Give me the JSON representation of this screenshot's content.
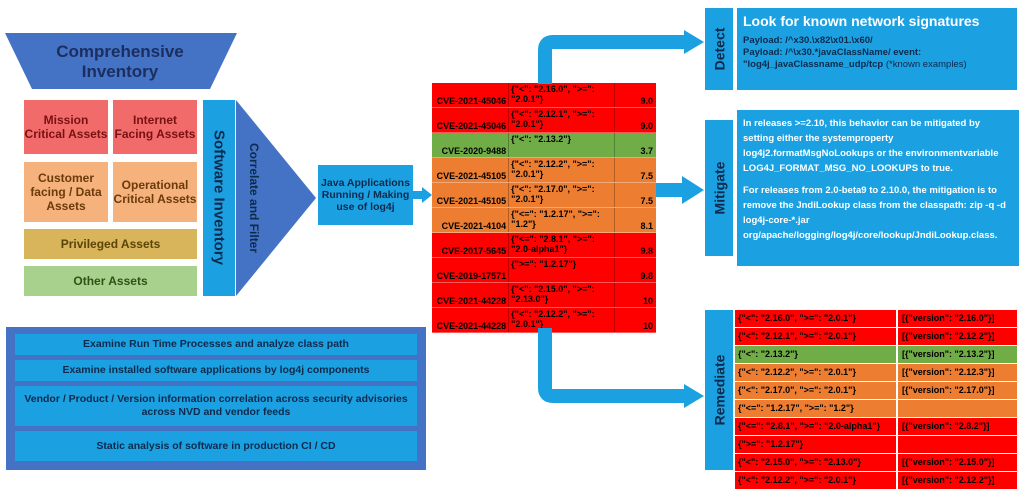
{
  "inventory": {
    "title": "Comprehensive Inventory",
    "assets": {
      "mission": "Mission Critical Assets",
      "internet": "Internet Facing Assets",
      "customer": "Customer facing / Data Assets",
      "operational": "Operational Critical Assets",
      "privileged": "Privileged Assets",
      "other": "Other Assets"
    },
    "software_inventory": "Software Inventory",
    "correlate": "Correlate and Filter"
  },
  "java_box": "Java Applications Running / Making use of log4j",
  "cve_rows": [
    {
      "cve": "CVE-2021-45046",
      "range": "{\"<\": \"2.16.0\", \">=\": \"2.0.1\"}",
      "score": "9.0",
      "color": "#ff0000"
    },
    {
      "cve": "CVE-2021-45046",
      "range": "{\"<\": \"2.12.1\", \">=\": \"2.0.1\"}",
      "score": "9.0",
      "color": "#ff0000"
    },
    {
      "cve": "CVE-2020-9488",
      "range": "{\"<\": \"2.13.2\"}",
      "score": "3.7",
      "color": "#70ad47"
    },
    {
      "cve": "CVE-2021-45105",
      "range": "{\"<\": \"2.12.2\", \">=\": \"2.0.1\"}",
      "score": "7.5",
      "color": "#ed7d31"
    },
    {
      "cve": "CVE-2021-45105",
      "range": "{\"<\": \"2.17.0\", \">=\": \"2.0.1\"}",
      "score": "7.5",
      "color": "#ed7d31"
    },
    {
      "cve": "CVE-2021-4104",
      "range": "{\"<=\": \"1.2.17\", \">=\": \"1.2\"}",
      "score": "8.1",
      "color": "#ed7d31"
    },
    {
      "cve": "CVE-2017-5645",
      "range": "{\"<=\": \"2.8.1\", \">=\": \"2.0-alpha1\"}",
      "score": "9.8",
      "color": "#ff0000"
    },
    {
      "cve": "CVE-2019-17571",
      "range": "{\">=\": \"1.2.17\"}",
      "score": "9.8",
      "color": "#ff0000"
    },
    {
      "cve": "CVE-2021-44228",
      "range": "{\"<\": \"2.15.0\", \">=\": \"2.13.0\"}",
      "score": "10",
      "color": "#ff0000"
    },
    {
      "cve": "CVE-2021-44228",
      "range": "{\"<\": \"2.12.2\", \">=\": \"2.0.1\"}",
      "score": "10",
      "color": "#ff0000"
    }
  ],
  "detect": {
    "label": "Detect",
    "title": "Look for known network signatures",
    "line1": "Payload: /^x30.\\x82\\x01.\\x60/",
    "line2": "Payload: /^\\x30.*javaClassName/ event: \"log4j_javaClassname_udp/tcp",
    "line2_suffix": " (*known examples)"
  },
  "mitigate": {
    "label": "Mitigate",
    "p1": "In releases >=2.10, this behavior can be mitigated by setting either the systemproperty log4j2.formatMsgNoLookups or the environmentvariable LOG4J_FORMAT_MSG_NO_LOOKUPS to true.",
    "p2": "For releases from 2.0-beta9 to 2.10.0, the mitigation is to remove the JndiLookup class from the classpath: zip -q -d log4j-core-*.jar org/apache/logging/log4j/core/lookup/JndiLookup.class."
  },
  "remediate": {
    "label": "Remediate",
    "rows": [
      {
        "range": "{\"<\": \"2.16.0\", \">=\": \"2.0.1\"}",
        "fix": "[{\"version\": \"2.16.0\"}]",
        "color": "#ff0000"
      },
      {
        "range": "{\"<\": \"2.12.1\", \">=\": \"2.0.1\"}",
        "fix": "[{\"version\": \"2.12.2\"}]",
        "color": "#ff0000"
      },
      {
        "range": "{\"<\": \"2.13.2\"}",
        "fix": "[{\"version\": \"2.13.2\"}]",
        "color": "#70ad47"
      },
      {
        "range": "{\"<\": \"2.12.2\", \">=\": \"2.0.1\"}",
        "fix": "[{\"version\": \"2.12.3\"}]",
        "color": "#ed7d31"
      },
      {
        "range": "{\"<\": \"2.17.0\", \">=\": \"2.0.1\"}",
        "fix": "[{\"version\": \"2.17.0\"}]",
        "color": "#ed7d31"
      },
      {
        "range": "{\"<=\": \"1.2.17\", \">=\": \"1.2\"}",
        "fix": "",
        "color": "#ed7d31"
      },
      {
        "range": "{\"<=\": \"2.8.1\", \">=\": \"2.0-alpha1\"}",
        "fix": "[{\"version\": \"2.8.2\"}]",
        "color": "#ff0000"
      },
      {
        "range": "{\">=\": \"1.2.17\"}",
        "fix": "",
        "color": "#ff0000"
      },
      {
        "range": "{\"<\": \"2.15.0\", \">=\": \"2.13.0\"}",
        "fix": "[{\"version\": \"2.15.0\"}]",
        "color": "#ff0000"
      },
      {
        "range": "{\"<\": \"2.12.2\", \">=\": \"2.0.1\"}",
        "fix": "[{\"version\": \"2.12.2\"}]",
        "color": "#ff0000"
      }
    ]
  },
  "tasks": [
    "Examine Run Time Processes and analyze class path",
    "Examine installed software applications by log4j components",
    "Vendor / Product / Version information correlation across security advisories across NVD and vendor feeds",
    "Static analysis of software in production CI / CD"
  ]
}
